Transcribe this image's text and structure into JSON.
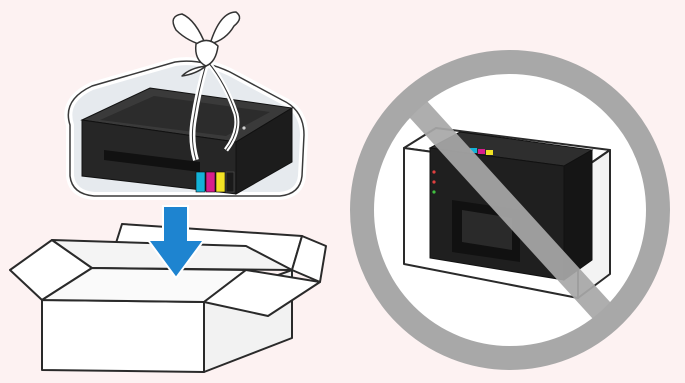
{
  "illustration": {
    "left_panel": {
      "subject": "printer-in-plastic-bag",
      "arrow_direction": "down",
      "container": "open-cardboard-box"
    },
    "right_panel": {
      "subject": "printer-upright-in-box",
      "overlay": "prohibition-sign"
    }
  },
  "colors": {
    "background": "#fdf2f2",
    "arrow": "#1e84d0",
    "prohibition": "#a8a8a8",
    "printer_body": "#2b2b2b",
    "printer_dark": "#151515",
    "ink_cyan": "#14b2d8",
    "ink_magenta": "#d81e8c",
    "ink_yellow": "#f2e224",
    "ink_black": "#1a1a1a"
  }
}
